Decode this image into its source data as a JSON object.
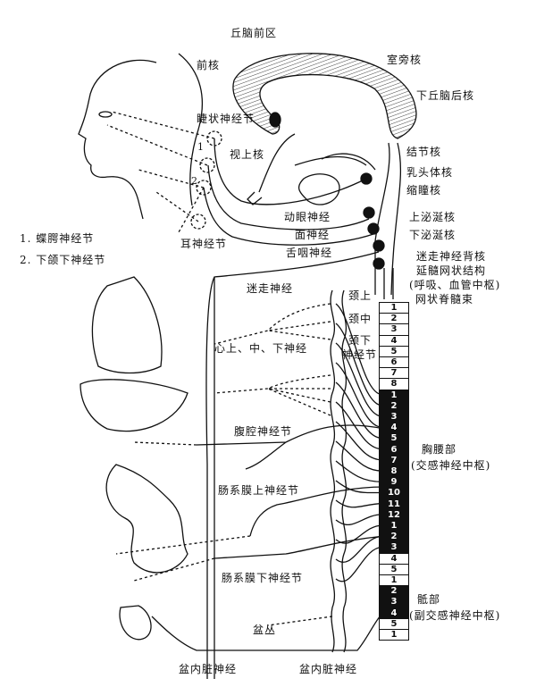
{
  "labels": {
    "thalamus_anterior": "丘脑前区",
    "anterior_nucleus": "前核",
    "paraventricular_nucleus": "室旁核",
    "posterior_hypothalamic": "下丘脑后核",
    "ciliary_ganglion": "睫状神经节",
    "supraoptic_nucleus": "视上核",
    "tuberal_nucleus": "结节核",
    "mammillary_nucleus": "乳头体核",
    "pupil_constrictor_nucleus": "缩瞳核",
    "oculomotor_nerve": "动眼神经",
    "facial_nerve": "面神经",
    "superior_salivatory": "上泌涎核",
    "inferior_salivatory": "下泌涎核",
    "otic_ganglion": "耳神经节",
    "glossopharyngeal_nerve": "舌咽神经",
    "vagus_dorsal_nucleus": "迷走神经背核",
    "medullary_reticular": "延髓网状结构",
    "respiratory_center": "(呼吸、血管中枢)",
    "reticulospinal_tract": "网状脊髓束",
    "legend_1": "1.  蝶腭神经节",
    "legend_2": "2.  下颌下神经节",
    "ganglion_num_1": "1",
    "ganglion_num_2": "2",
    "vagus_nerve": "迷走神经",
    "cervical_superior": "颈上",
    "cervical_middle": "颈中",
    "cervical_inferior": "颈下",
    "ganglion": "神经节",
    "cardiac_nerves": "心上、中、下神经",
    "celiac_ganglion": "腹腔神经节",
    "thoracolumbar": "胸腰部",
    "sympathetic_center": "(交感神经中枢)",
    "superior_mesenteric": "肠系膜上神经节",
    "inferior_mesenteric": "肠系膜下神经节",
    "sacral": "骶部",
    "parasympathetic_center": "(副交感神经中枢)",
    "pelvic_plexus": "盆丛",
    "pelvic_splanchnic_left": "盆内脏神经",
    "pelvic_splanchnic_right": "盆内脏神经"
  },
  "spinal_segments": [
    {
      "n": "1",
      "region": "cervical",
      "center": false
    },
    {
      "n": "2",
      "region": "cervical",
      "center": false
    },
    {
      "n": "3",
      "region": "cervical",
      "center": false
    },
    {
      "n": "4",
      "region": "cervical",
      "center": false
    },
    {
      "n": "5",
      "region": "cervical",
      "center": false
    },
    {
      "n": "6",
      "region": "cervical",
      "center": false
    },
    {
      "n": "7",
      "region": "cervical",
      "center": false
    },
    {
      "n": "8",
      "region": "cervical",
      "center": false
    },
    {
      "n": "1",
      "region": "thoracic",
      "center": true
    },
    {
      "n": "2",
      "region": "thoracic",
      "center": true
    },
    {
      "n": "3",
      "region": "thoracic",
      "center": true
    },
    {
      "n": "4",
      "region": "thoracic",
      "center": true
    },
    {
      "n": "5",
      "region": "thoracic",
      "center": true
    },
    {
      "n": "6",
      "region": "thoracic",
      "center": true
    },
    {
      "n": "7",
      "region": "thoracic",
      "center": true
    },
    {
      "n": "8",
      "region": "thoracic",
      "center": true
    },
    {
      "n": "9",
      "region": "thoracic",
      "center": true
    },
    {
      "n": "10",
      "region": "thoracic",
      "center": true
    },
    {
      "n": "11",
      "region": "thoracic",
      "center": true
    },
    {
      "n": "12",
      "region": "thoracic",
      "center": true
    },
    {
      "n": "1",
      "region": "lumbar",
      "center": true
    },
    {
      "n": "2",
      "region": "lumbar",
      "center": true
    },
    {
      "n": "3",
      "region": "lumbar",
      "center": true
    },
    {
      "n": "4",
      "region": "lumbar",
      "center": false
    },
    {
      "n": "5",
      "region": "lumbar",
      "center": false
    },
    {
      "n": "1",
      "region": "sacral",
      "center": false
    },
    {
      "n": "2",
      "region": "sacral",
      "center": true
    },
    {
      "n": "3",
      "region": "sacral",
      "center": true
    },
    {
      "n": "4",
      "region": "sacral",
      "center": true
    },
    {
      "n": "5",
      "region": "sacral",
      "center": false
    },
    {
      "n": "1",
      "region": "coccygeal",
      "center": false
    }
  ]
}
